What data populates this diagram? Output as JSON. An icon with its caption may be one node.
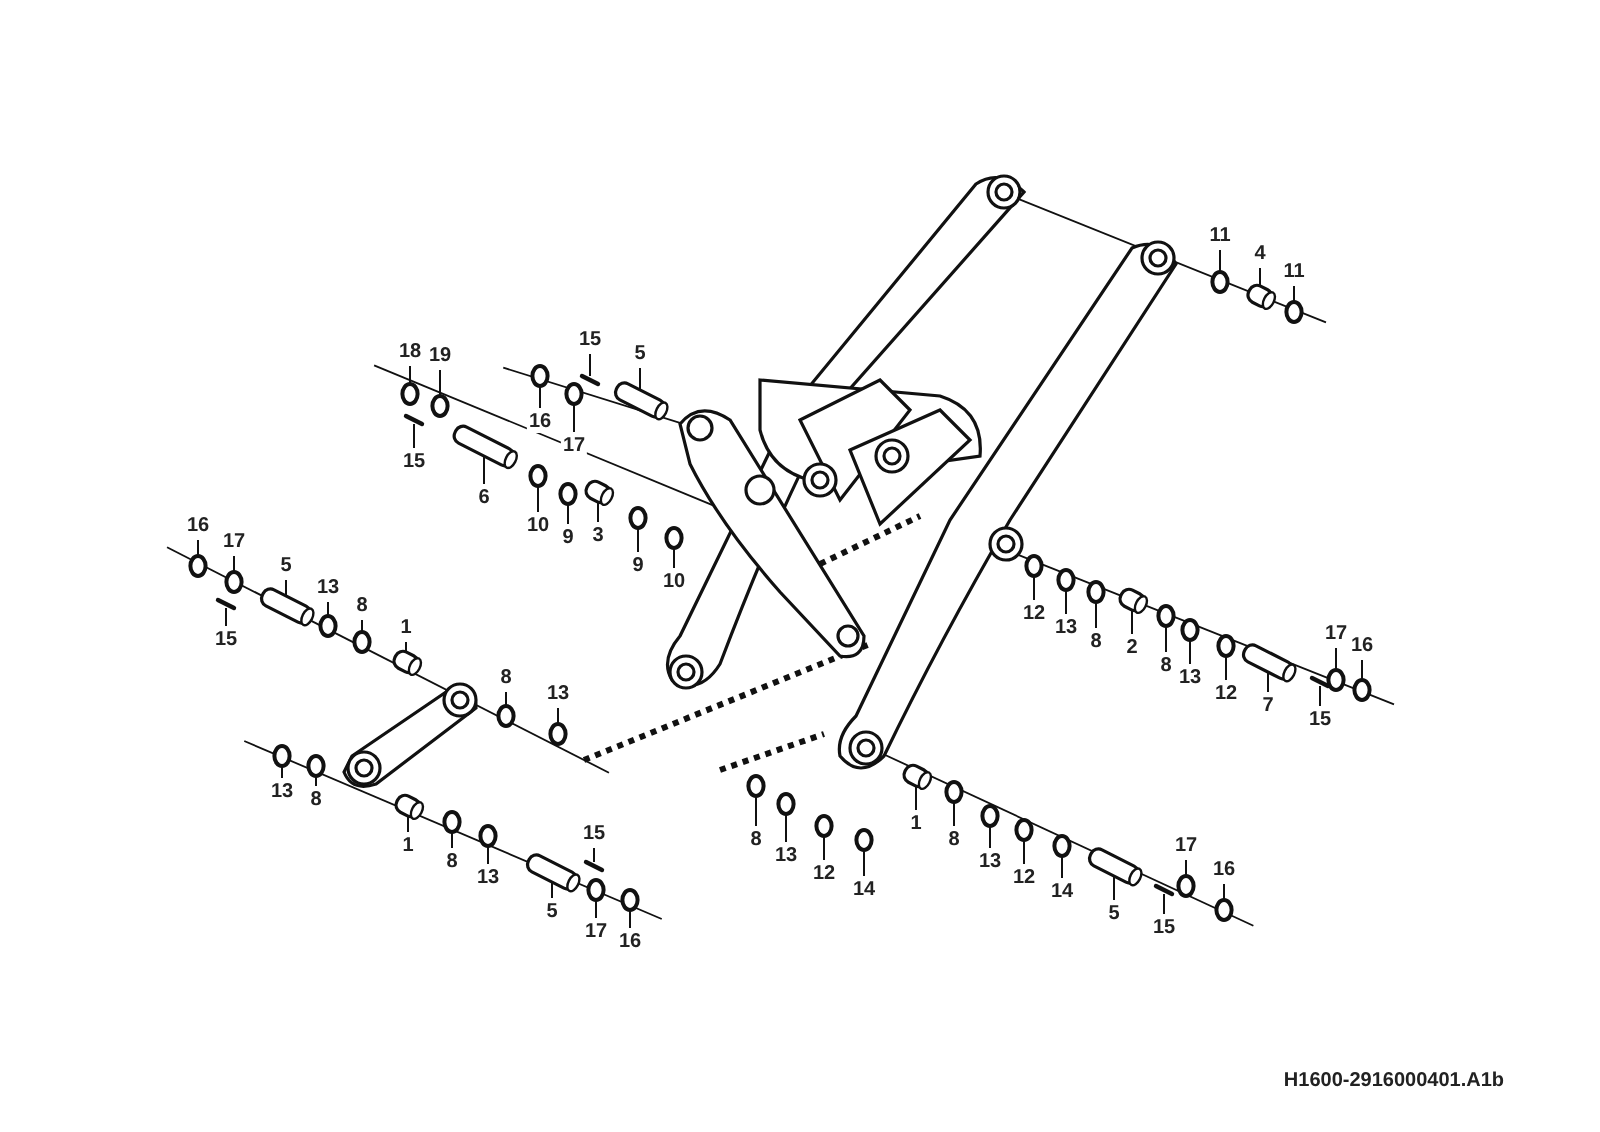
{
  "diagram": {
    "nodes": [
      {
        "text": [
          "18"
        ]
      },
      {
        "text": [
          "19"
        ]
      },
      {
        "text": [
          "15"
        ]
      },
      {
        "text": [
          "6"
        ]
      },
      {
        "text": [
          "16"
        ]
      },
      {
        "text": [
          "17"
        ]
      },
      {
        "text": [
          "15"
        ]
      },
      {
        "text": [
          "5"
        ]
      },
      {
        "text": [
          "10"
        ]
      },
      {
        "text": [
          "9"
        ]
      },
      {
        "text": [
          "3"
        ]
      },
      {
        "text": [
          "9"
        ]
      },
      {
        "text": [
          "10"
        ]
      },
      {
        "text": [
          "16"
        ]
      },
      {
        "text": [
          "17"
        ]
      },
      {
        "text": [
          "5"
        ]
      },
      {
        "text": [
          "15"
        ]
      },
      {
        "text": [
          "13"
        ]
      },
      {
        "text": [
          "8"
        ]
      },
      {
        "text": [
          "1"
        ]
      },
      {
        "text": [
          "8"
        ]
      },
      {
        "text": [
          "13"
        ]
      },
      {
        "text": [
          "13"
        ]
      },
      {
        "text": [
          "8"
        ]
      },
      {
        "text": [
          "1"
        ]
      },
      {
        "text": [
          "8"
        ]
      },
      {
        "text": [
          "13"
        ]
      },
      {
        "text": [
          "15"
        ]
      },
      {
        "text": [
          "5"
        ]
      },
      {
        "text": [
          "17"
        ]
      },
      {
        "text": [
          "16"
        ]
      },
      {
        "text": [
          "8"
        ]
      },
      {
        "text": [
          "13"
        ]
      },
      {
        "text": [
          "12"
        ]
      },
      {
        "text": [
          "14"
        ]
      },
      {
        "text": [
          "1"
        ]
      },
      {
        "text": [
          "8"
        ]
      },
      {
        "text": [
          "13"
        ]
      },
      {
        "text": [
          "12"
        ]
      },
      {
        "text": [
          "14"
        ]
      },
      {
        "text": [
          "5"
        ]
      },
      {
        "text": [
          "15"
        ]
      },
      {
        "text": [
          "17"
        ]
      },
      {
        "text": [
          "16"
        ]
      },
      {
        "text": [
          "11"
        ]
      },
      {
        "text": [
          "4"
        ]
      },
      {
        "text": [
          "11"
        ]
      },
      {
        "text": [
          "12"
        ]
      },
      {
        "text": [
          "13"
        ]
      },
      {
        "text": [
          "8"
        ]
      },
      {
        "text": [
          "2"
        ]
      },
      {
        "text": [
          "8"
        ]
      },
      {
        "text": [
          "13"
        ]
      },
      {
        "text": [
          "12"
        ]
      },
      {
        "text": [
          "7"
        ]
      },
      {
        "text": [
          "15"
        ]
      },
      {
        "text": [
          "17"
        ]
      },
      {
        "text": [
          "16"
        ]
      },
      {
        "text": [],
        "shape": "circle"
      },
      {
        "text": [],
        "shape": "circle"
      },
      {
        "text": [],
        "shape": "bar"
      },
      {
        "text": [],
        "shape": "cylinder"
      },
      {
        "text": [],
        "shape": "circle"
      },
      {
        "text": [],
        "shape": "circle"
      },
      {
        "text": [],
        "shape": "bar"
      },
      {
        "text": [],
        "shape": "cylinder"
      },
      {
        "text": [],
        "shape": "circle"
      },
      {
        "text": [],
        "shape": "circle"
      },
      {
        "text": [],
        "shape": "cylinder"
      },
      {
        "text": [],
        "shape": "circle"
      },
      {
        "text": [],
        "shape": "circle"
      },
      {
        "text": [],
        "shape": "circle"
      },
      {
        "text": [],
        "shape": "circle"
      },
      {
        "text": [],
        "shape": "cylinder"
      },
      {
        "text": [],
        "shape": "bar"
      },
      {
        "text": [],
        "shape": "circle"
      },
      {
        "text": [],
        "shape": "circle"
      },
      {
        "text": [],
        "shape": "cylinder"
      },
      {
        "text": [],
        "shape": "circle"
      },
      {
        "text": [],
        "shape": "circle"
      },
      {
        "text": [],
        "shape": "circle"
      },
      {
        "text": [],
        "shape": "circle"
      },
      {
        "text": [],
        "shape": "cylinder"
      },
      {
        "text": [],
        "shape": "circle"
      },
      {
        "text": [],
        "shape": "circle"
      },
      {
        "text": [],
        "shape": "bar"
      },
      {
        "text": [],
        "shape": "cylinder"
      },
      {
        "text": [],
        "shape": "circle"
      },
      {
        "text": [],
        "shape": "circle"
      },
      {
        "text": [],
        "shape": "circle"
      },
      {
        "text": [],
        "shape": "circle"
      },
      {
        "text": [],
        "shape": "circle"
      },
      {
        "text": [],
        "shape": "circle"
      },
      {
        "text": [],
        "shape": "cylinder"
      },
      {
        "text": [],
        "shape": "circle"
      },
      {
        "text": [],
        "shape": "circle"
      },
      {
        "text": [],
        "shape": "circle"
      },
      {
        "text": [],
        "shape": "circle"
      },
      {
        "text": [],
        "shape": "cylinder"
      },
      {
        "text": [],
        "shape": "bar"
      },
      {
        "text": [],
        "shape": "circle"
      },
      {
        "text": [],
        "shape": "circle"
      },
      {
        "text": [],
        "shape": "circle"
      },
      {
        "text": [],
        "shape": "cylinder"
      },
      {
        "text": [],
        "shape": "circle"
      },
      {
        "text": [],
        "shape": "circle"
      },
      {
        "text": [],
        "shape": "circle"
      },
      {
        "text": [],
        "shape": "circle"
      },
      {
        "text": [],
        "shape": "cylinder"
      },
      {
        "text": [],
        "shape": "circle"
      },
      {
        "text": [],
        "shape": "circle"
      },
      {
        "text": [],
        "shape": "circle"
      },
      {
        "text": [],
        "shape": "cylinder"
      },
      {
        "text": [],
        "shape": "bar"
      },
      {
        "text": [],
        "shape": "circle"
      },
      {
        "text": [],
        "shape": "circle"
      }
    ],
    "edges": [
      {
        "from": 0,
        "to": 58,
        "arrow": "none"
      },
      {
        "from": 1,
        "to": 59,
        "arrow": "none"
      },
      {
        "from": 2,
        "to": 60,
        "arrow": "none"
      },
      {
        "from": 3,
        "to": 61,
        "arrow": "none"
      },
      {
        "from": 4,
        "to": 62,
        "arrow": "none"
      },
      {
        "from": 5,
        "to": 63,
        "arrow": "none"
      },
      {
        "from": 6,
        "to": 64,
        "arrow": "none"
      },
      {
        "from": 7,
        "to": 65,
        "arrow": "none"
      },
      {
        "from": 8,
        "to": 66,
        "arrow": "none"
      },
      {
        "from": 9,
        "to": 67,
        "arrow": "none"
      },
      {
        "from": 10,
        "to": 68,
        "arrow": "none"
      },
      {
        "from": 11,
        "to": 69,
        "arrow": "none"
      },
      {
        "from": 12,
        "to": 70,
        "arrow": "none"
      },
      {
        "from": 13,
        "to": 71,
        "arrow": "none"
      },
      {
        "from": 14,
        "to": 72,
        "arrow": "none"
      },
      {
        "from": 15,
        "to": 73,
        "arrow": "none"
      },
      {
        "from": 16,
        "to": 74,
        "arrow": "none"
      },
      {
        "from": 17,
        "to": 75,
        "arrow": "none"
      },
      {
        "from": 18,
        "to": 76,
        "arrow": "none"
      },
      {
        "from": 19,
        "to": 77,
        "arrow": "none"
      },
      {
        "from": 20,
        "to": 78,
        "arrow": "none"
      },
      {
        "from": 21,
        "to": 79,
        "arrow": "none"
      },
      {
        "from": 22,
        "to": 80,
        "arrow": "none"
      },
      {
        "from": 23,
        "to": 81,
        "arrow": "none"
      },
      {
        "from": 24,
        "to": 82,
        "arrow": "none"
      },
      {
        "from": 25,
        "to": 83,
        "arrow": "none"
      },
      {
        "from": 26,
        "to": 84,
        "arrow": "none"
      },
      {
        "from": 27,
        "to": 85,
        "arrow": "none"
      },
      {
        "from": 28,
        "to": 86,
        "arrow": "none"
      },
      {
        "from": 29,
        "to": 87,
        "arrow": "none"
      },
      {
        "from": 30,
        "to": 88,
        "arrow": "none"
      },
      {
        "from": 31,
        "to": 89,
        "arrow": "none"
      },
      {
        "from": 32,
        "to": 90,
        "arrow": "none"
      },
      {
        "from": 33,
        "to": 91,
        "arrow": "none"
      },
      {
        "from": 34,
        "to": 92,
        "arrow": "none"
      },
      {
        "from": 35,
        "to": 93,
        "arrow": "none"
      },
      {
        "from": 36,
        "to": 94,
        "arrow": "none"
      },
      {
        "from": 37,
        "to": 95,
        "arrow": "none"
      },
      {
        "from": 38,
        "to": 96,
        "arrow": "none"
      },
      {
        "from": 39,
        "to": 97,
        "arrow": "none"
      },
      {
        "from": 40,
        "to": 98,
        "arrow": "none"
      },
      {
        "from": 41,
        "to": 99,
        "arrow": "none"
      },
      {
        "from": 42,
        "to": 100,
        "arrow": "none"
      },
      {
        "from": 43,
        "to": 101,
        "arrow": "none"
      },
      {
        "from": 44,
        "to": 102,
        "arrow": "none"
      },
      {
        "from": 45,
        "to": 103,
        "arrow": "none"
      },
      {
        "from": 46,
        "to": 104,
        "arrow": "none"
      },
      {
        "from": 47,
        "to": 105,
        "arrow": "none"
      },
      {
        "from": 48,
        "to": 106,
        "arrow": "none"
      },
      {
        "from": 49,
        "to": 107,
        "arrow": "none"
      },
      {
        "from": 50,
        "to": 108,
        "arrow": "none"
      },
      {
        "from": 51,
        "to": 109,
        "arrow": "none"
      },
      {
        "from": 52,
        "to": 110,
        "arrow": "none"
      },
      {
        "from": 53,
        "to": 111,
        "arrow": "none"
      },
      {
        "from": 54,
        "to": 112,
        "arrow": "none"
      },
      {
        "from": 55,
        "to": 113,
        "arrow": "none"
      },
      {
        "from": 56,
        "to": 114,
        "arrow": "none"
      },
      {
        "from": 57,
        "to": 115,
        "arrow": "none"
      }
    ],
    "labels": [
      "H1600-2916000401.A1b"
    ]
  }
}
